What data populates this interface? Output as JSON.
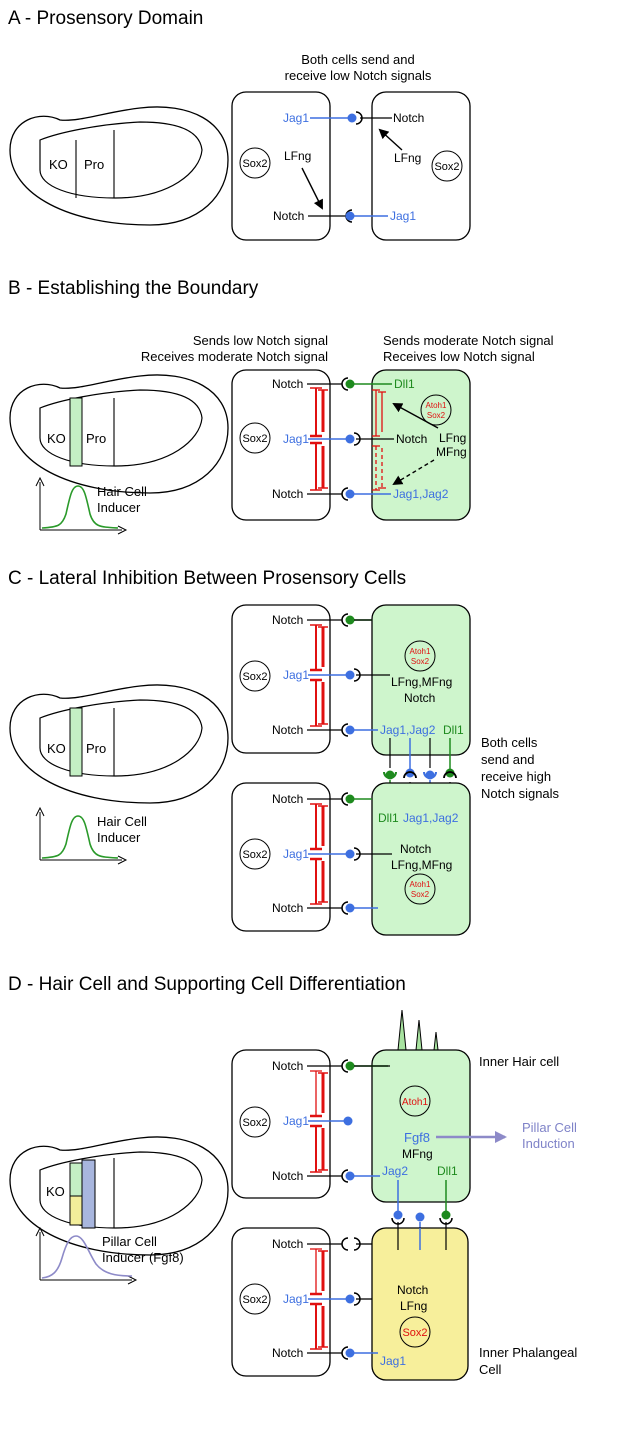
{
  "colors": {
    "black": "#000000",
    "blue": "#3d6fe0",
    "green": "#1e8a1e",
    "red": "#e01010",
    "cell_green": "#cef5cc",
    "cell_yellow": "#f7ef9b",
    "purple_blue": "#7f83c8",
    "hc_stripe_green": "#c4efc4",
    "stripe_yellow": "#f3ee9a",
    "stripe_blue": "#a8b6de",
    "curve_green": "#2a9a2a",
    "curve_purple": "#8d8ac8",
    "hair_green": "#a8e3a0"
  },
  "panelA": {
    "title": "A - Prosensory Domain",
    "caption1": "Both cells send and",
    "caption2": "receive low Notch signals",
    "left_sox2": "Sox2",
    "right_sox2": "Sox2",
    "left_jag1": "Jag1",
    "left_lfng": "LFng",
    "left_notch": "Notch",
    "right_notch": "Notch",
    "right_lfng": "LFng",
    "right_jag1": "Jag1",
    "ko": "KO",
    "pro": "Pro"
  },
  "panelB": {
    "title": "B - Establishing the Boundary",
    "caption_left1": "Sends low Notch signal",
    "caption_left2": "Receives moderate Notch signal",
    "caption_right1": "Sends moderate Notch signal",
    "caption_right2": "Receives low Notch signal",
    "left_notch_top": "Notch",
    "left_jag1": "Jag1",
    "left_notch_bottom": "Notch",
    "left_sox2": "Sox2",
    "right_dll1": "Dll1",
    "right_atoh1": "Atoh1",
    "right_sox2": "Sox2",
    "right_notch": "Notch",
    "right_lfng": "LFng",
    "right_mfng": "MFng",
    "right_jag": "Jag1,Jag2",
    "ko": "KO",
    "pro": "Pro",
    "inducer1": "Hair Cell",
    "inducer2": "Inducer"
  },
  "panelC": {
    "title": "C - Lateral Inhibition Between Prosensory Cells",
    "ul_notch_top": "Notch",
    "ul_sox2": "Sox2",
    "ul_jag1": "Jag1",
    "ul_notch_bottom": "Notch",
    "ur_atoh1": "Atoh1",
    "ur_sox2": "Sox2",
    "ur_fng": "LFng,MFng",
    "ur_notch": "Notch",
    "ur_jag": "Jag1,Jag2",
    "ur_dll1": "Dll1",
    "side1": "Both cells",
    "side2": "send and",
    "side3": "receive high",
    "side4": "Notch signals",
    "ll_notch_top": "Notch",
    "ll_sox2": "Sox2",
    "ll_jag1": "Jag1",
    "ll_notch_bottom": "Notch",
    "lr_dll1": "Dll1",
    "lr_jag": "Jag1,Jag2",
    "lr_notch": "Notch",
    "lr_fng": "LFng,MFng",
    "lr_atoh1": "Atoh1",
    "lr_sox2": "Sox2",
    "ko": "KO",
    "pro": "Pro",
    "inducer1": "Hair Cell",
    "inducer2": "Inducer"
  },
  "panelD": {
    "title": "D - Hair Cell and Supporting Cell Differentiation",
    "ul_notch_top": "Notch",
    "ul_sox2": "Sox2",
    "ul_jag1": "Jag1",
    "ul_notch_bottom": "Notch",
    "hc_label": "Inner Hair cell",
    "hc_atoh1": "Atoh1",
    "hc_fgf8": "Fgf8",
    "hc_mfng": "MFng",
    "hc_jag2": "Jag2",
    "hc_dll1": "Dll1",
    "pillar1": "Pillar Cell",
    "pillar2": "Induction",
    "ll_notch_top": "Notch",
    "ll_sox2": "Sox2",
    "ll_jag1": "Jag1",
    "ll_notch_bottom": "Notch",
    "ph_notch": "Notch",
    "ph_lfng": "LFng",
    "ph_sox2": "Sox2",
    "ph_jag1": "Jag1",
    "ph_label1": "Inner Phalangeal",
    "ph_label2": "Cell",
    "ko": "KO",
    "inducer1": "Pillar Cell",
    "inducer2": "Inducer (Fgf8)"
  }
}
